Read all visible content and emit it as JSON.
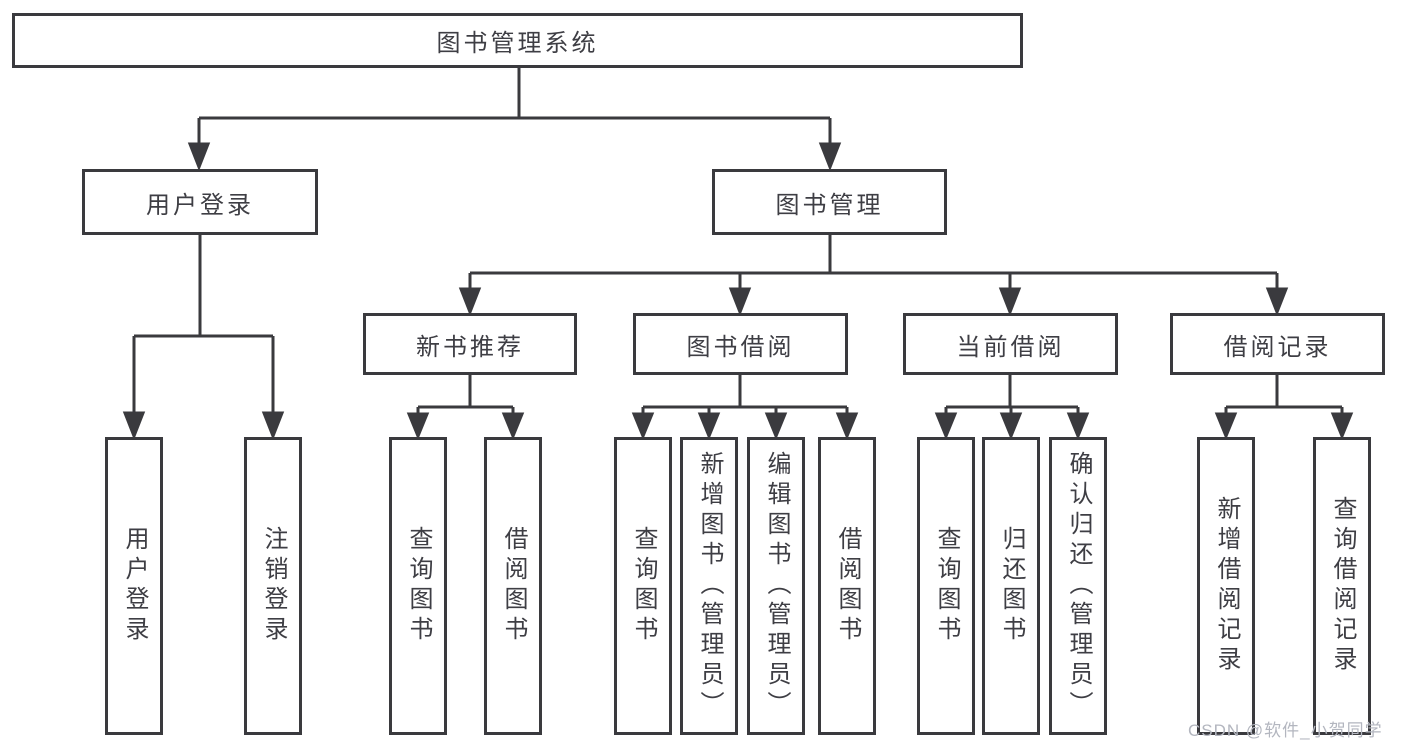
{
  "colors": {
    "line": "#3a3a3e",
    "text": "#3e3e44",
    "background": "#ffffff",
    "watermark_text": "#b3b6bf"
  },
  "diagram": {
    "root": {
      "label": "图书管理系统"
    },
    "branches": [
      {
        "label": "用户登录",
        "children": [
          "用户登录",
          "注销登录"
        ]
      },
      {
        "label": "图书管理",
        "sections": [
          {
            "label": "新书推荐",
            "children": [
              "查询图书",
              "借阅图书"
            ]
          },
          {
            "label": "图书借阅",
            "children": [
              "查询图书",
              "新增图书（管理员）",
              "编辑图书（管理员）",
              "借阅图书"
            ]
          },
          {
            "label": "当前借阅",
            "children": [
              "查询图书",
              "归还图书",
              "确认归还（管理员）"
            ]
          },
          {
            "label": "借阅记录",
            "children": [
              "新增借阅记录",
              "查询借阅记录"
            ]
          }
        ]
      }
    ]
  },
  "watermark": {
    "label": "CSDN @软件_小贺同学"
  }
}
